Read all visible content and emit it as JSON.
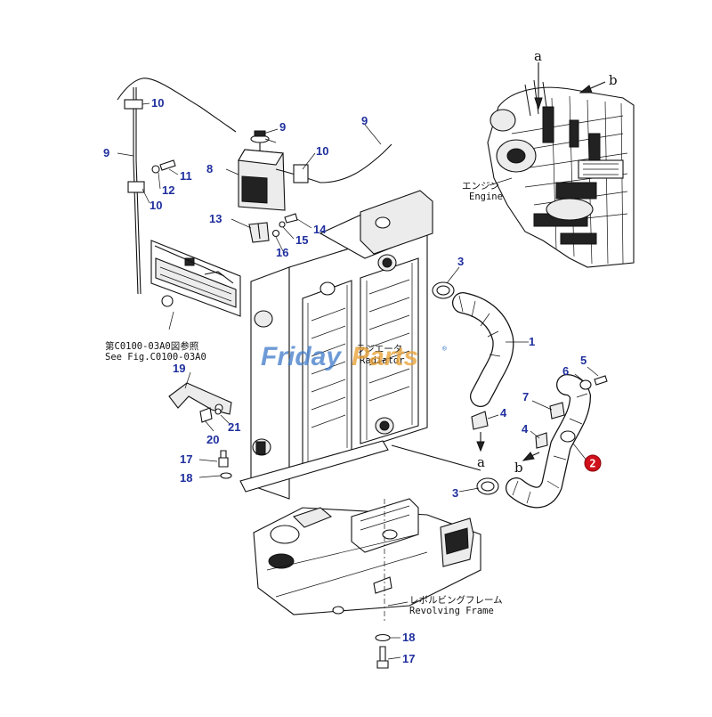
{
  "labels": {
    "engine_jp": "エンジン",
    "engine_en": "Engine",
    "radiator_jp": "ラジエータ",
    "radiator_en": "Radiator",
    "see_fig_jp": "第C0100-03A0図参照",
    "see_fig_en": "See Fig.C0100-03A0",
    "frame_jp": "レボルビングフレーム",
    "frame_en": "Revolving Frame"
  },
  "letters": {
    "a": "a",
    "b": "b"
  },
  "callouts": {
    "n1": "1",
    "n2": "2",
    "n3a": "3",
    "n3b": "3",
    "n4a": "4",
    "n4b": "4",
    "n5": "5",
    "n6": "6",
    "n7": "7",
    "n8": "8",
    "n9a": "9",
    "n9b": "9",
    "n9c": "9",
    "n10a": "10",
    "n10b": "10",
    "n10c": "10",
    "n11": "11",
    "n12": "12",
    "n13": "13",
    "n14": "14",
    "n15": "15",
    "n16": "16",
    "n17a": "17",
    "n17b": "17",
    "n18a": "18",
    "n18b": "18",
    "n19": "19",
    "n20": "20",
    "n21": "21"
  },
  "highlight": {
    "part": "2",
    "color": "#d0101a"
  },
  "watermark": {
    "part1": "Friday",
    "part2": "Parts",
    "mark": "®"
  },
  "colors": {
    "callout": "#1f2f9e",
    "watermark_blue": "#3d79c8",
    "watermark_orange": "#e8a238"
  }
}
